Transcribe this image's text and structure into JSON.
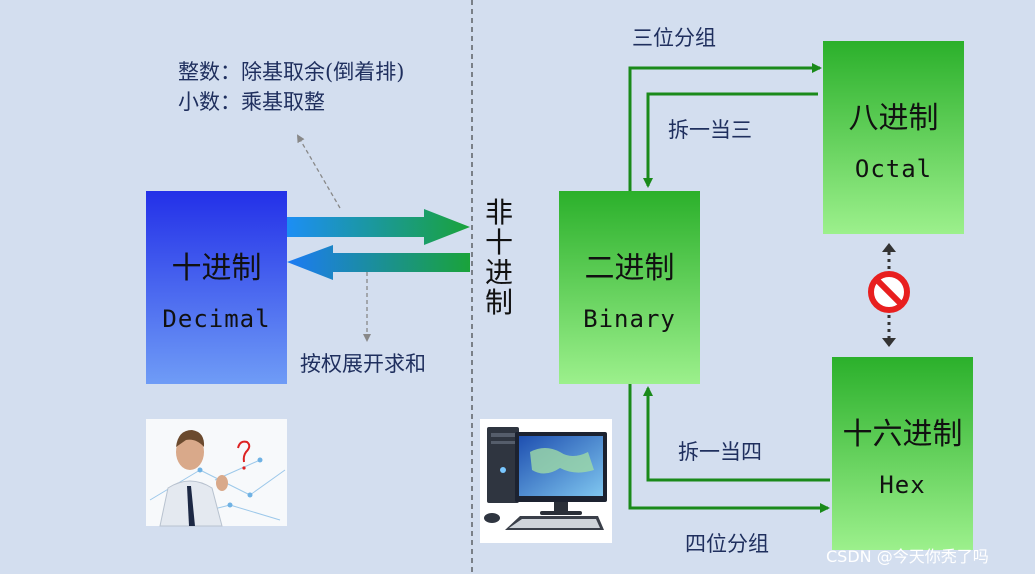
{
  "decimal": {
    "zh": "十进制",
    "en": "Decimal"
  },
  "binary": {
    "zh": "二进制",
    "en": "Binary"
  },
  "octal": {
    "zh": "八进制",
    "en": "Octal"
  },
  "hex": {
    "zh": "十六进制",
    "en": "Hex"
  },
  "non_decimal_label": "非十进制",
  "notes": {
    "integer_rule": "整数：除基取余(倒着排)",
    "fraction_rule": "小数：乘基取整",
    "expand_sum": "按权展开求和"
  },
  "edges": {
    "bin_to_oct": "三位分组",
    "oct_to_bin": "拆一当三",
    "hex_to_bin": "拆一当四",
    "bin_to_hex": "四位分组"
  },
  "watermark": "CSDN @今天你秃了吗",
  "colors": {
    "background": "#d3deef",
    "decimal_box": "#3d5ff0",
    "green_box": "#3fc33a",
    "arrow_green": "#1a8a1a",
    "text_navy": "#1f2f5e",
    "prohibit_red": "#e81f1f"
  }
}
